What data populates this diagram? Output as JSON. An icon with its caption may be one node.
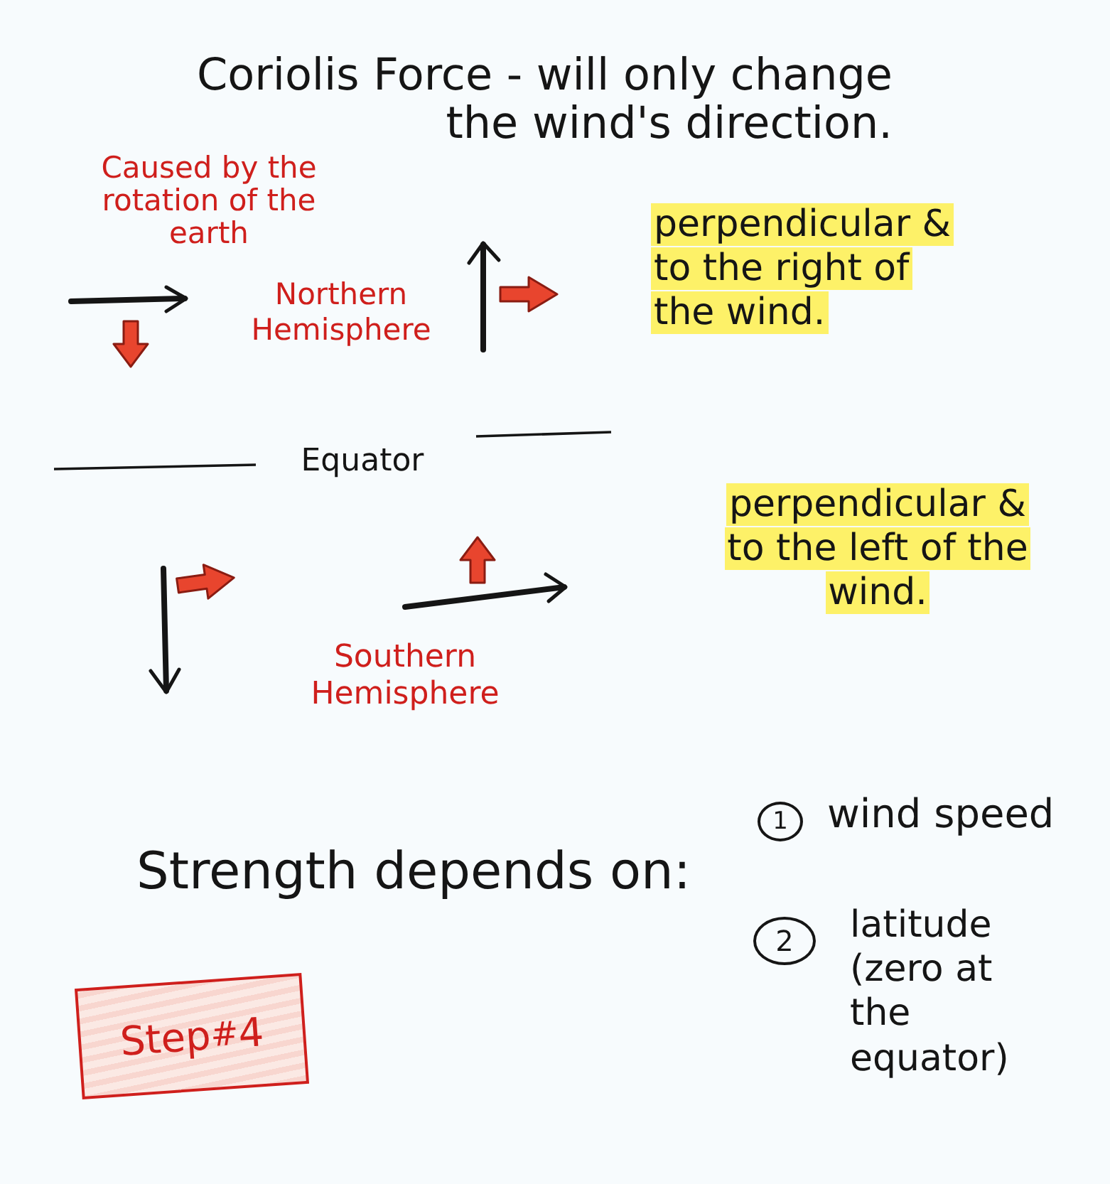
{
  "diagram": {
    "title": "Coriolis Force - will only change the wind's direction.",
    "nodes": [
      {
        "text": [
          "1"
        ]
      },
      {
        "text": [
          "2"
        ]
      },
      {
        "text": [
          "Step$^{#}$4"
        ]
      }
    ],
    "labels": [
      "Caused by the rotation of the earth",
      "Northern Hemisphere",
      "perpendicular & to the right of the wind.",
      "Equator",
      "perpendicular & to the left of the wind.",
      "Southern Hemisphere",
      "Strength depends on:",
      "wind speed",
      "latitude (zero at the equator)"
    ]
  }
}
